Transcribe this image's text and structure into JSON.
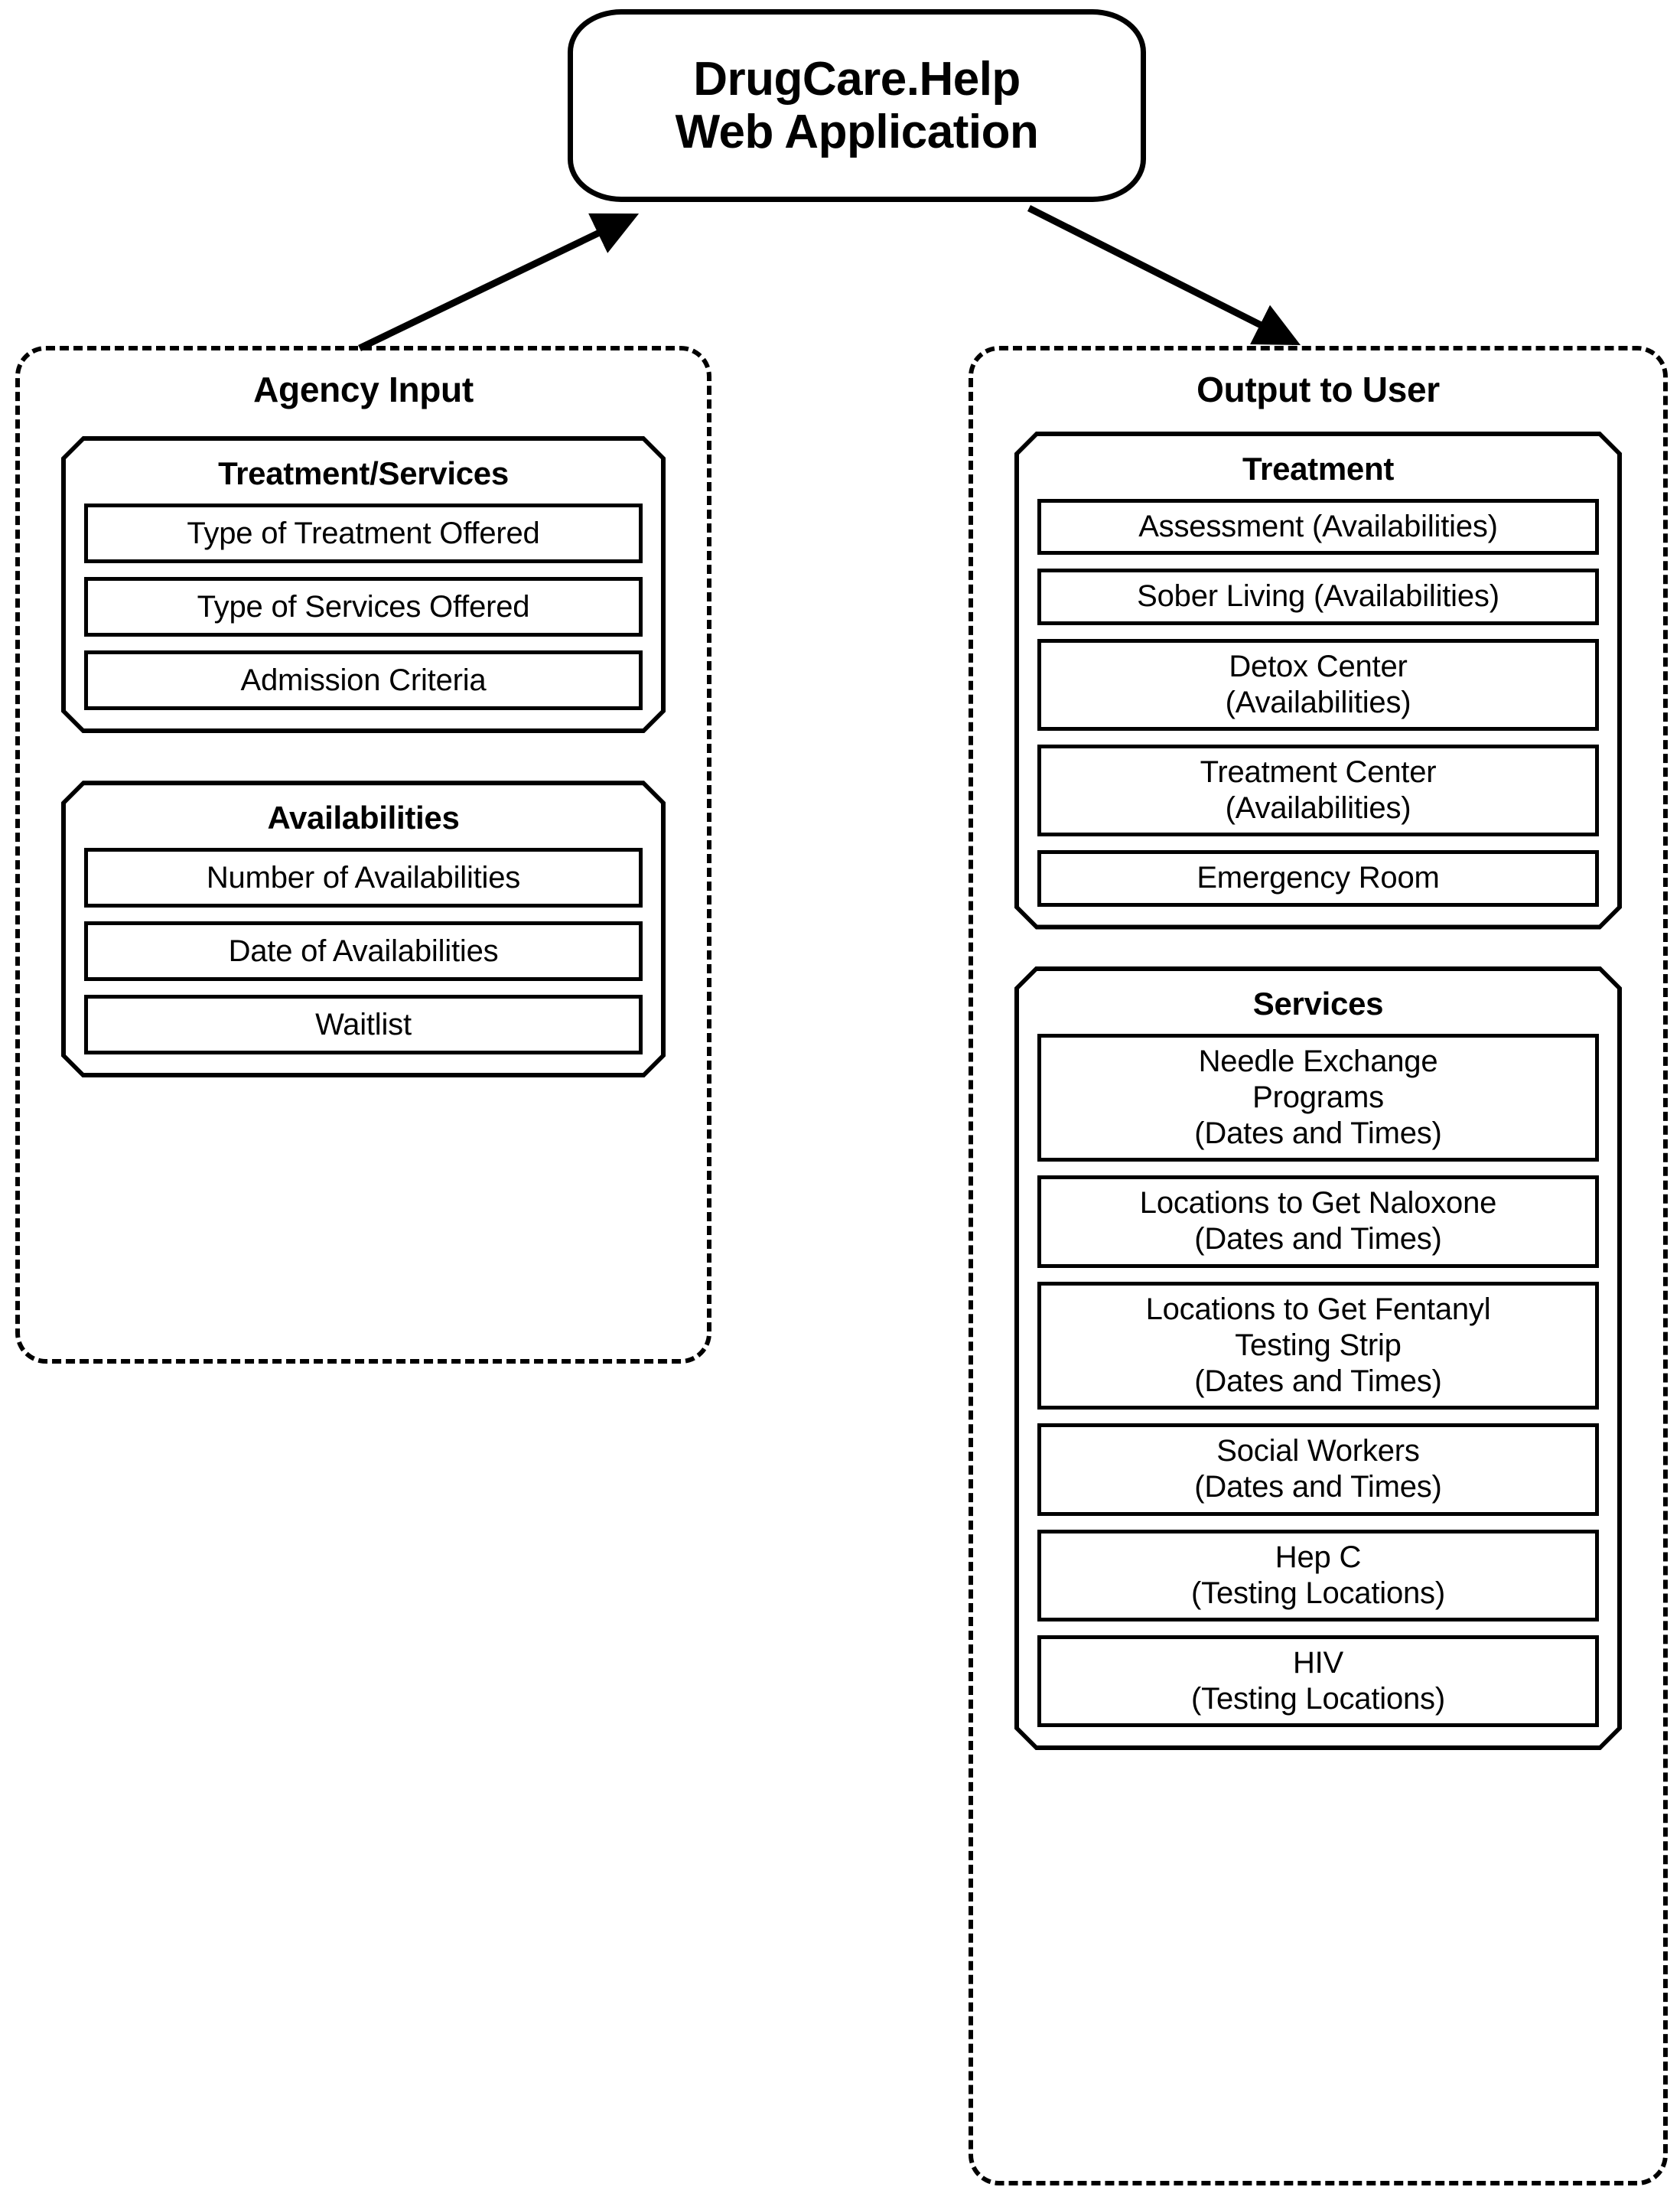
{
  "app": {
    "title_lines": [
      "DrugCare.Help",
      "Web Application"
    ]
  },
  "connectors": [
    {
      "name": "agency-input-to-app",
      "from": "agency-input",
      "to": "app-title"
    },
    {
      "name": "app-to-output-user",
      "from": "app-title",
      "to": "output-to-user"
    }
  ],
  "agency_input": {
    "title": "Agency Input",
    "panels": [
      {
        "title": "Treatment/Services",
        "items": [
          {
            "lines": [
              "Type of Treatment Offered"
            ]
          },
          {
            "lines": [
              "Type of Services Offered"
            ]
          },
          {
            "lines": [
              "Admission Criteria"
            ]
          }
        ]
      },
      {
        "title": "Availabilities",
        "items": [
          {
            "lines": [
              "Number of Availabilities"
            ]
          },
          {
            "lines": [
              "Date of Availabilities"
            ]
          },
          {
            "lines": [
              "Waitlist"
            ]
          }
        ]
      }
    ]
  },
  "output_to_user": {
    "title": "Output to User",
    "panels": [
      {
        "title": "Treatment",
        "items": [
          {
            "lines": [
              "Assessment (Availabilities)"
            ]
          },
          {
            "lines": [
              "Sober Living (Availabilities)"
            ]
          },
          {
            "lines": [
              "Detox Center",
              "(Availabilities)"
            ]
          },
          {
            "lines": [
              "Treatment Center",
              "(Availabilities)"
            ]
          },
          {
            "lines": [
              "Emergency Room"
            ]
          }
        ]
      },
      {
        "title": "Services",
        "items": [
          {
            "lines": [
              "Needle Exchange",
              "Programs",
              "(Dates and Times)"
            ]
          },
          {
            "lines": [
              "Locations to Get Naloxone",
              "(Dates and Times)"
            ]
          },
          {
            "lines": [
              "Locations to Get Fentanyl",
              "Testing Strip",
              "(Dates and Times)"
            ]
          },
          {
            "lines": [
              "Social Workers",
              "(Dates and Times)"
            ]
          },
          {
            "lines": [
              "Hep C",
              "(Testing Locations)"
            ]
          },
          {
            "lines": [
              "HIV",
              "(Testing Locations)"
            ]
          }
        ]
      }
    ]
  },
  "colors": {
    "stroke": "#000000",
    "background": "#ffffff"
  }
}
